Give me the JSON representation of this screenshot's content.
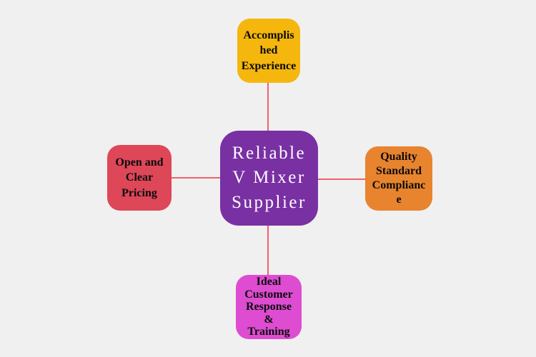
{
  "page": {
    "background_color": "#f0f0f0"
  },
  "diagram": {
    "connector_color": "#f0606b",
    "center": {
      "label": "Reliable\nV Mixer\nSupplier",
      "color": "#7930a3",
      "text_color": "#fdfcff"
    },
    "nodes": [
      {
        "id": "top",
        "label": "Accomplis\nhed\nExperience",
        "color": "#f5b70d",
        "text_color": "#0a0a0a"
      },
      {
        "id": "right",
        "label": "Quality\nStandard\nComplianc\ne",
        "color": "#e8832e",
        "text_color": "#0a0a0a"
      },
      {
        "id": "bottom",
        "label": "Ideal\nCustomer\nResponse\n&\nTraining",
        "color": "#de4cd1",
        "text_color": "#0a0a0a"
      },
      {
        "id": "left",
        "label": "Open and\nClear\nPricing",
        "color": "#dd4758",
        "text_color": "#0a0a0a"
      }
    ]
  }
}
